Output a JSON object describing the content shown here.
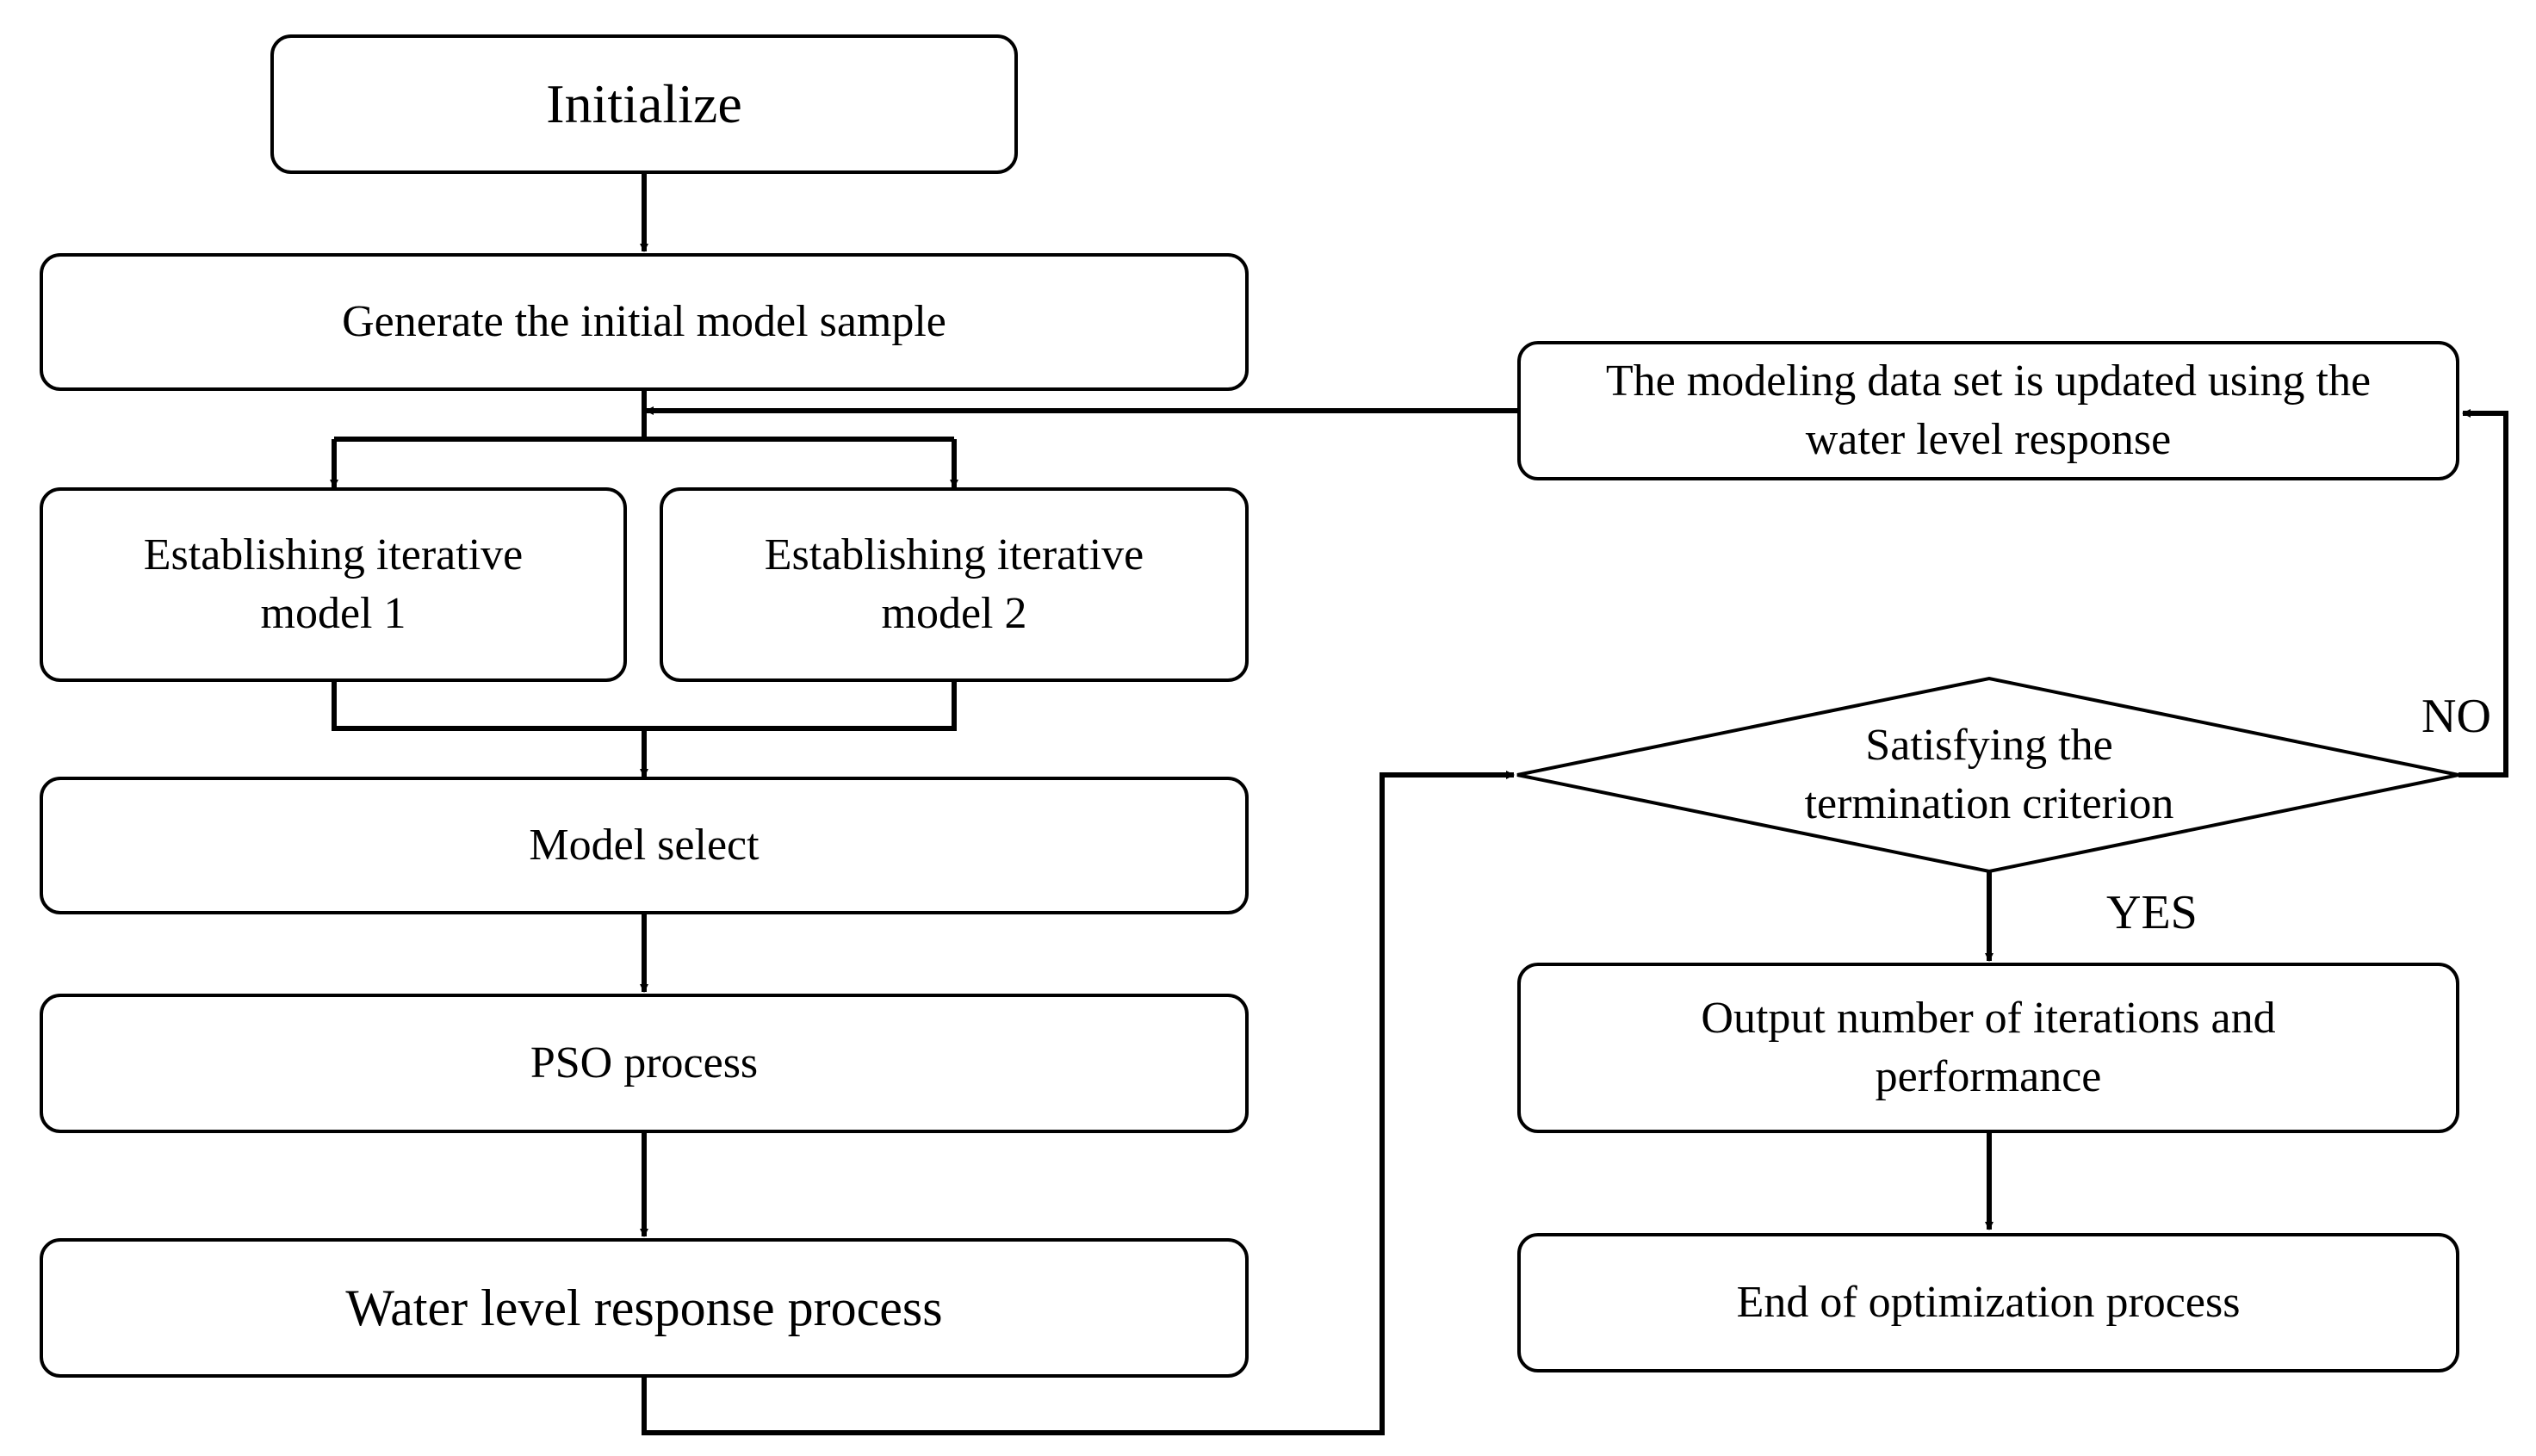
{
  "nodes": {
    "initialize": "Initialize",
    "generate_sample": "Generate the initial model sample",
    "model1": "Establishing iterative model 1",
    "model2": "Establishing iterative model 2",
    "model_select": "Model select",
    "pso": "PSO process",
    "water_level": "Water level response process",
    "update_dataset": "The modeling data set is updated using the water level response",
    "termination": "Satisfying the termination criterion",
    "output": "Output number of iterations and performance",
    "end": "End of optimization process"
  },
  "labels": {
    "no": "NO",
    "yes": "YES"
  }
}
